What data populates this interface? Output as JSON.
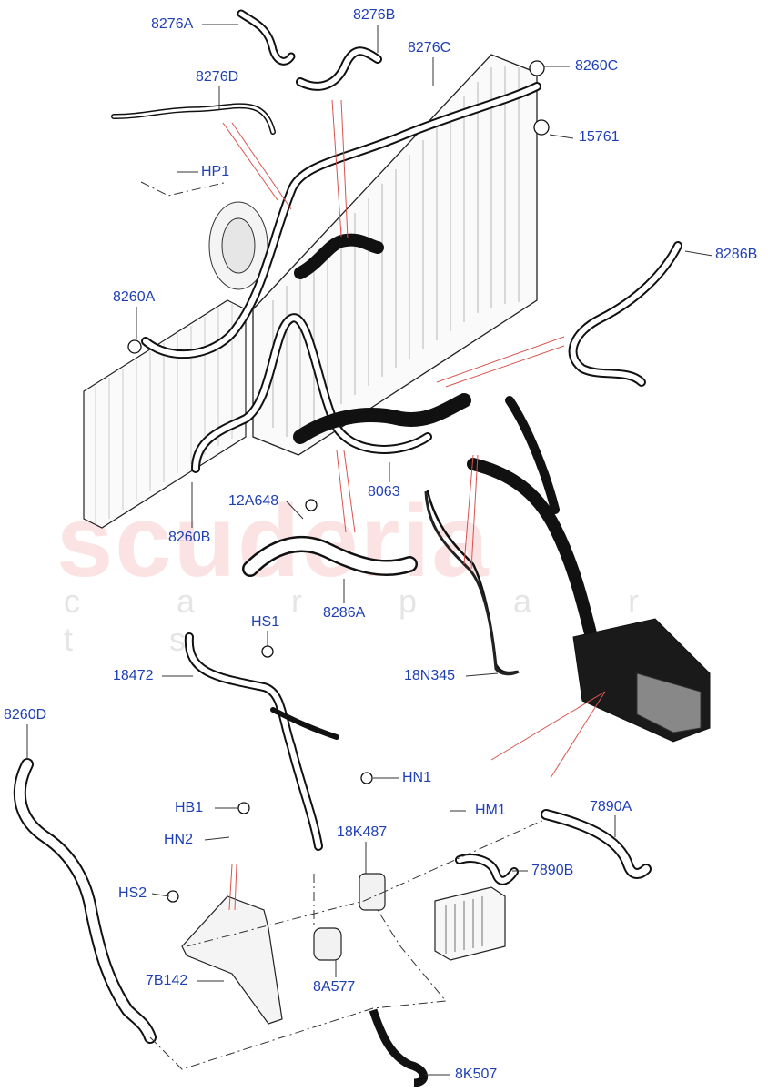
{
  "watermark": {
    "brand": "scuderia",
    "tagline": "c a r p a r t s"
  },
  "callouts": [
    {
      "id": "8276A",
      "label": "8276A"
    },
    {
      "id": "8276B",
      "label": "8276B"
    },
    {
      "id": "8276C",
      "label": "8276C"
    },
    {
      "id": "8260C",
      "label": "8260C"
    },
    {
      "id": "8276D",
      "label": "8276D"
    },
    {
      "id": "15761",
      "label": "15761"
    },
    {
      "id": "HP1",
      "label": "HP1"
    },
    {
      "id": "8286B",
      "label": "8286B"
    },
    {
      "id": "8260A",
      "label": "8260A"
    },
    {
      "id": "12A648",
      "label": "12A648"
    },
    {
      "id": "8063",
      "label": "8063"
    },
    {
      "id": "8260B",
      "label": "8260B"
    },
    {
      "id": "8286A",
      "label": "8286A"
    },
    {
      "id": "HS1",
      "label": "HS1"
    },
    {
      "id": "18472",
      "label": "18472"
    },
    {
      "id": "18N345",
      "label": "18N345"
    },
    {
      "id": "8260D",
      "label": "8260D"
    },
    {
      "id": "HN1",
      "label": "HN1"
    },
    {
      "id": "HB1",
      "label": "HB1"
    },
    {
      "id": "HM1",
      "label": "HM1"
    },
    {
      "id": "7890A",
      "label": "7890A"
    },
    {
      "id": "18K487",
      "label": "18K487"
    },
    {
      "id": "HN2",
      "label": "HN2"
    },
    {
      "id": "7890B",
      "label": "7890B"
    },
    {
      "id": "HS2",
      "label": "HS2"
    },
    {
      "id": "7B142",
      "label": "7B142"
    },
    {
      "id": "8A577",
      "label": "8A577"
    },
    {
      "id": "8K507",
      "label": "8K507"
    }
  ],
  "colors": {
    "label": "#1f3fb5",
    "leader": "#333333",
    "hose": "#111111",
    "part_outline": "#222222",
    "reference_line": "#d9534f"
  }
}
